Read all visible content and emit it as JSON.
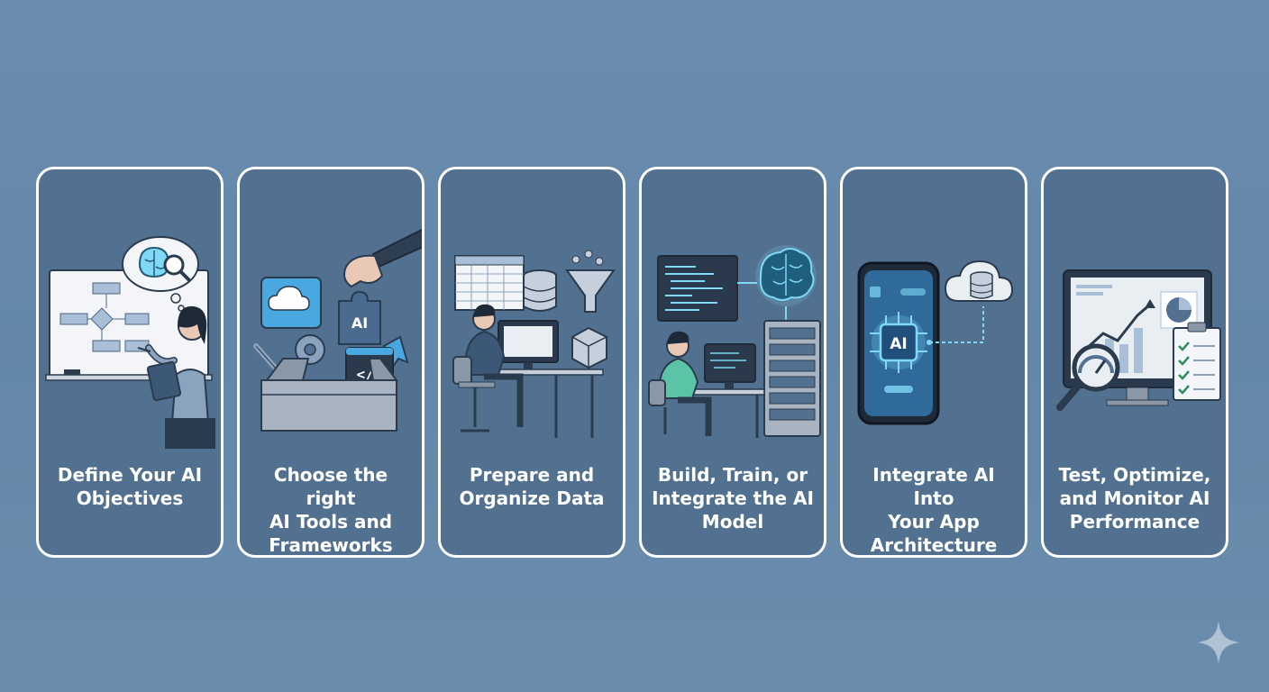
{
  "steps": [
    {
      "label": "Define Your AI\nObjectives",
      "icon": "brainstorm-whiteboard-icon"
    },
    {
      "label": "Choose the right\nAI Tools and\nFrameworks",
      "icon": "toolbox-puzzle-icon",
      "badge": "AI",
      "code": "</>"
    },
    {
      "label": "Prepare and\nOrganize Data",
      "icon": "data-funnel-icon"
    },
    {
      "label": "Build, Train, or\nIntegrate the AI\nModel",
      "icon": "neural-network-icon"
    },
    {
      "label": "Integrate AI Into\nYour App\nArchitecture",
      "icon": "mobile-ai-chip-icon",
      "badge": "AI"
    },
    {
      "label": "Test, Optimize,\nand Monitor AI\nPerformance",
      "icon": "analytics-dashboard-icon"
    }
  ],
  "colors": {
    "background": "#6689ab",
    "card_fill": "#52708f",
    "card_border": "#ffffff",
    "accent": "#7fd8f5"
  }
}
